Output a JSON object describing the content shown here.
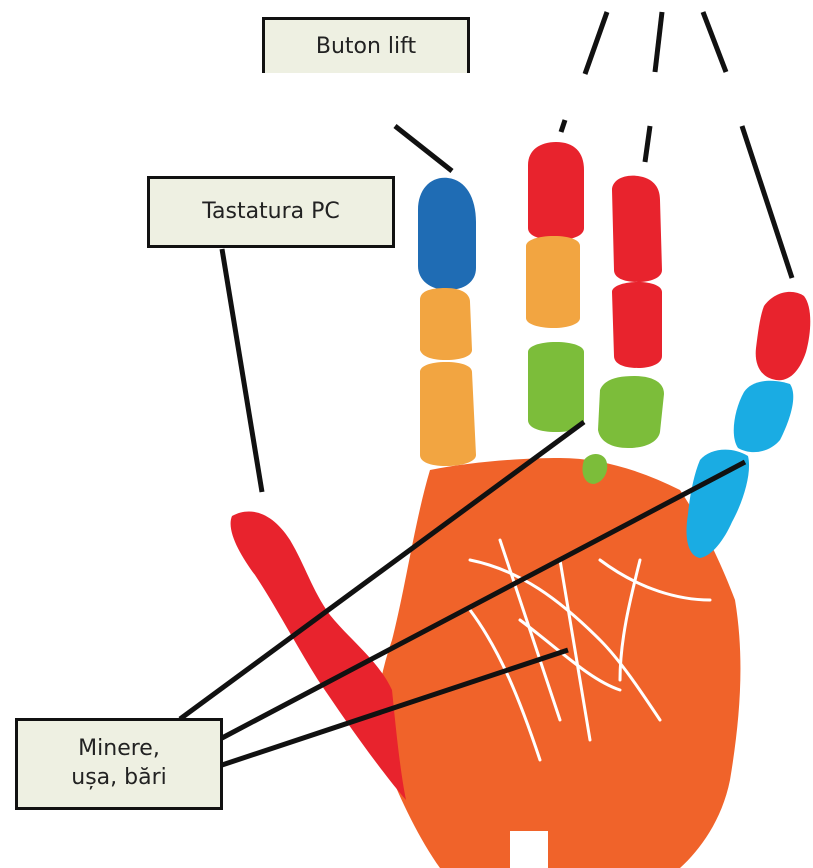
{
  "labels": {
    "buton_lift": "Buton lift",
    "tastatura_pc": "Tastatura PC",
    "minere_line1": "Minere,",
    "minere_line2": "ușa, bări"
  },
  "colors": {
    "palm": "#f0632a",
    "red": "#e8232d",
    "blue": "#1f6cb4",
    "orange": "#f2a541",
    "green": "#7cbd3a",
    "cyan": "#1aace3",
    "line": "#111111",
    "label_bg": "#eef0e2",
    "crease": "#ffffff"
  }
}
